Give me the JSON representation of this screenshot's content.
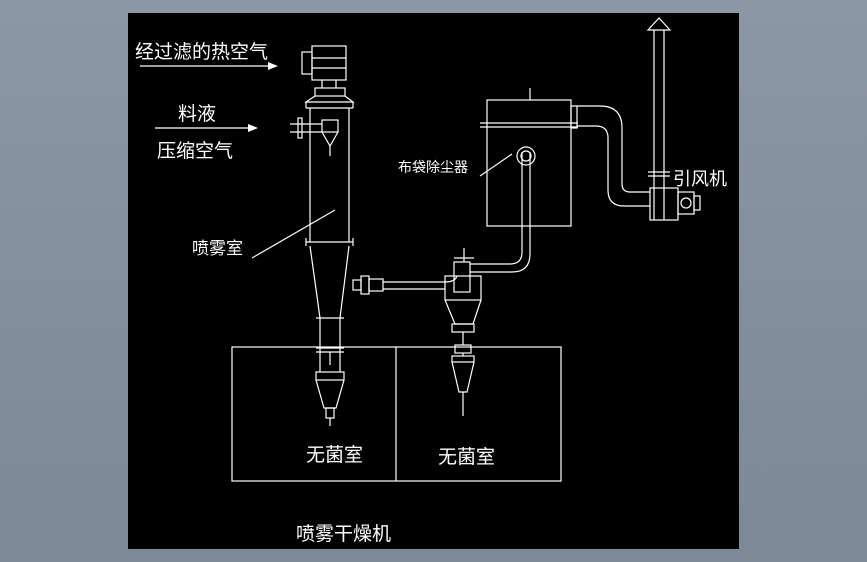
{
  "labels": {
    "filtered_hot_air": "经过滤的热空气",
    "feed_liquid": "料液",
    "compressed_air": "压缩空气",
    "spray_chamber": "喷雾室",
    "bag_filter": "布袋除尘器",
    "induced_fan": "引风机",
    "sterile_room_1": "无菌室",
    "sterile_room_2": "无菌室",
    "title": "喷雾干燥机"
  },
  "colors": {
    "page_background": "#8b96a4",
    "canvas_background": "#000000",
    "line": "#ffffff"
  }
}
